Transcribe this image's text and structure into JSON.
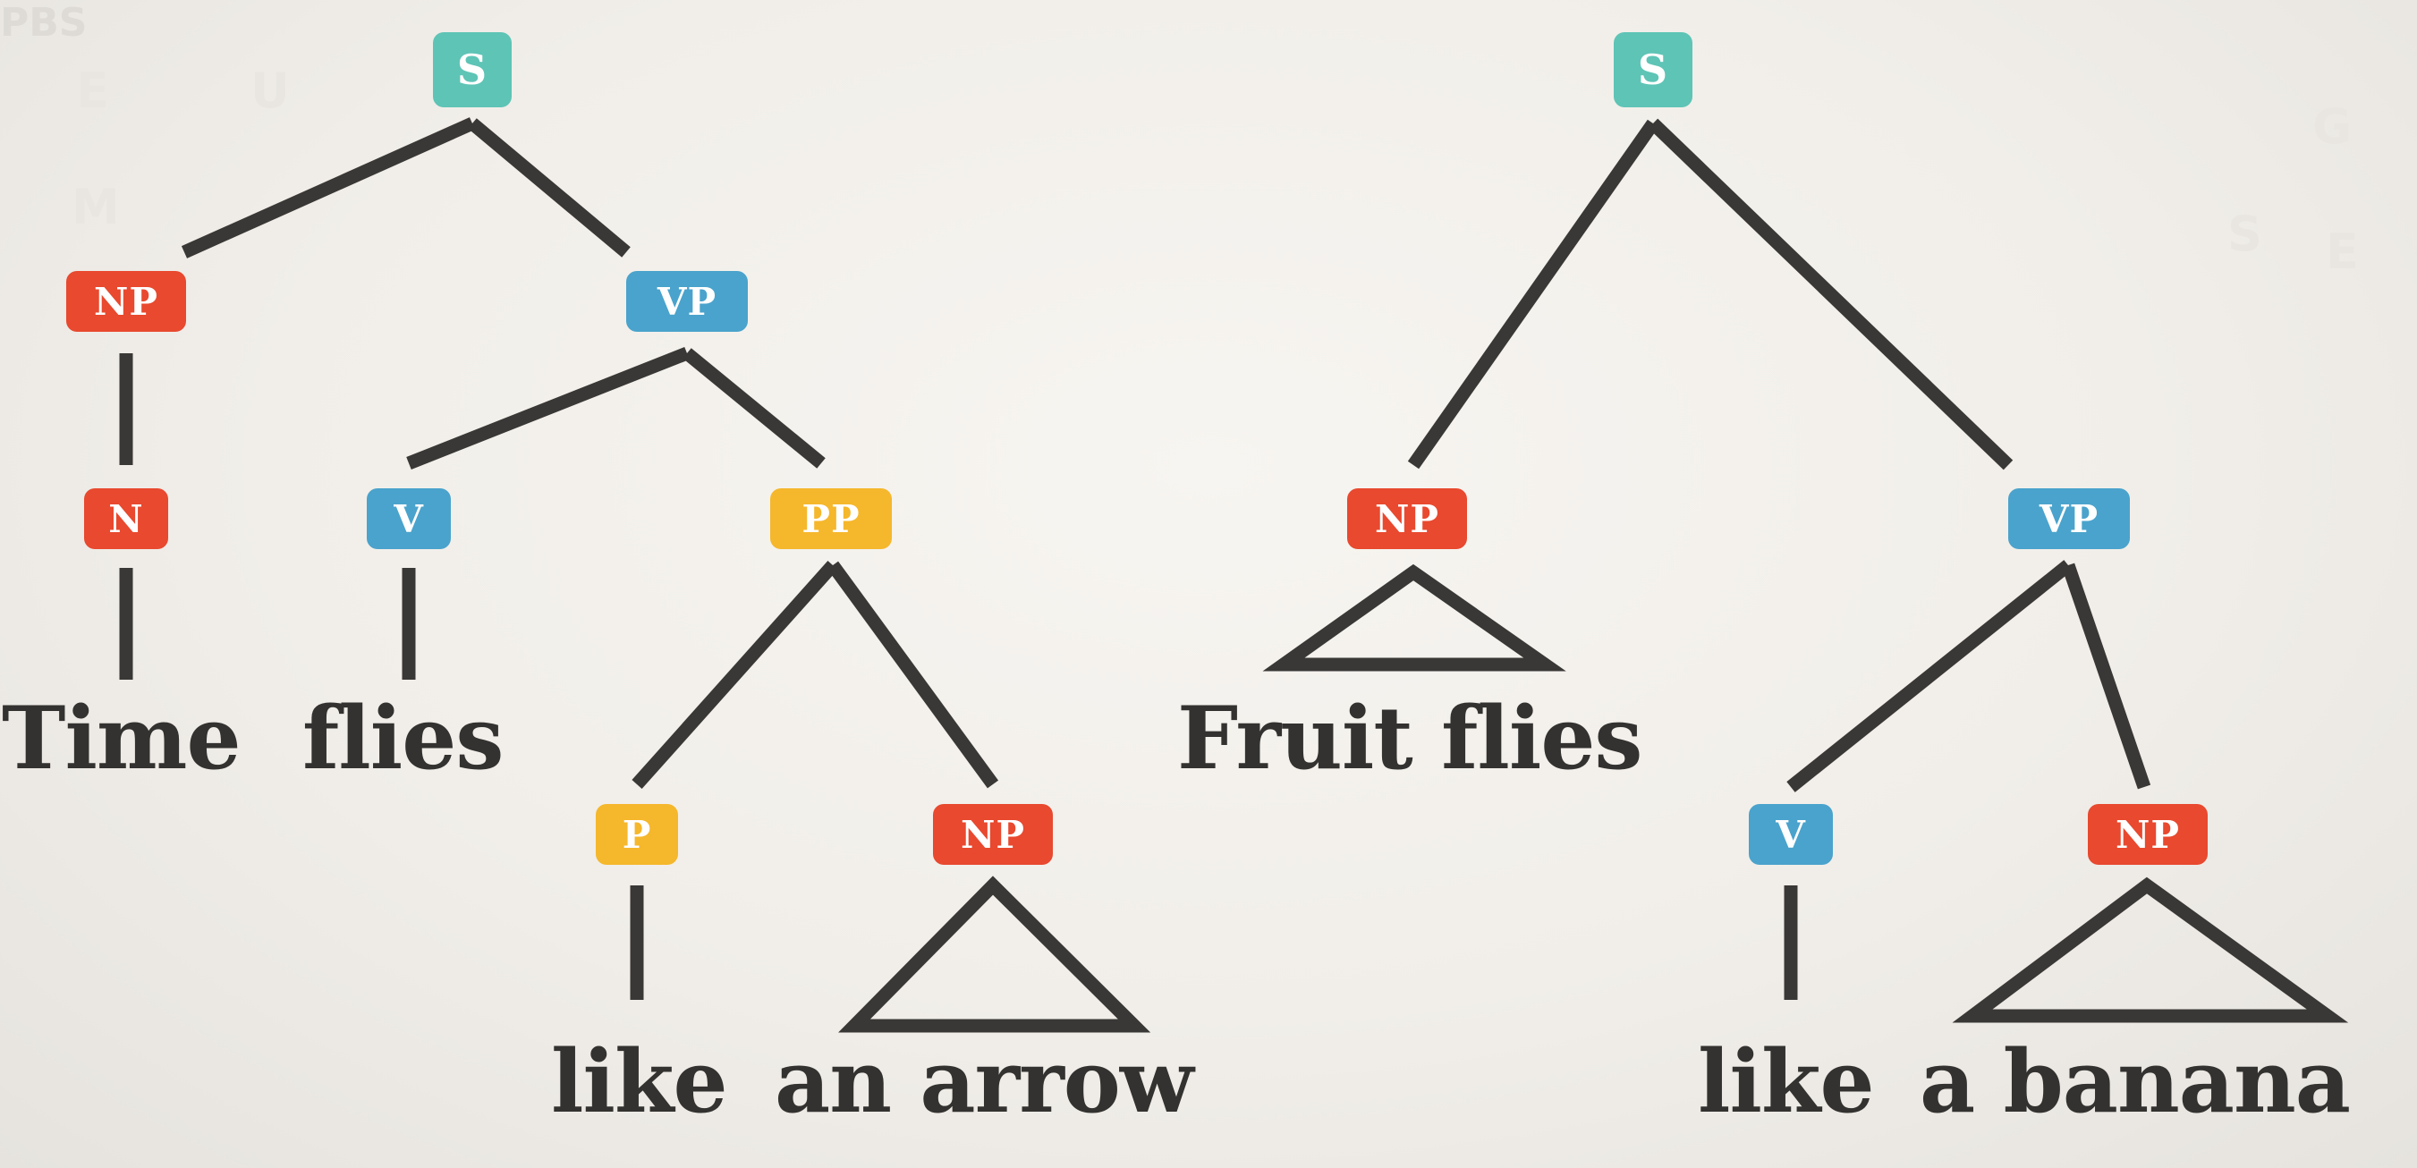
{
  "watermark": {
    "logo": "PBS"
  },
  "trees": [
    {
      "nodes": {
        "s": {
          "label": "S"
        },
        "np": {
          "label": "NP"
        },
        "vp": {
          "label": "VP"
        },
        "n": {
          "label": "N"
        },
        "v": {
          "label": "V"
        },
        "pp": {
          "label": "PP"
        },
        "p": {
          "label": "P"
        },
        "np2": {
          "label": "NP"
        }
      },
      "words": {
        "time": "Time",
        "flies": "flies",
        "like": "like",
        "an_arrow": "an arrow"
      }
    },
    {
      "nodes": {
        "s": {
          "label": "S"
        },
        "np": {
          "label": "NP"
        },
        "vp": {
          "label": "VP"
        },
        "v": {
          "label": "V"
        },
        "np2": {
          "label": "NP"
        }
      },
      "words": {
        "fruit_flies": "Fruit flies",
        "like": "like",
        "a_banana": "a banana"
      }
    }
  ],
  "colors": {
    "sentence": "#5ec4b6",
    "noun_phrase": "#e8492f",
    "verb_phrase": "#4aa3cc",
    "prep_phrase": "#f5b72c",
    "line": "#3a3836",
    "text": "#333230"
  }
}
